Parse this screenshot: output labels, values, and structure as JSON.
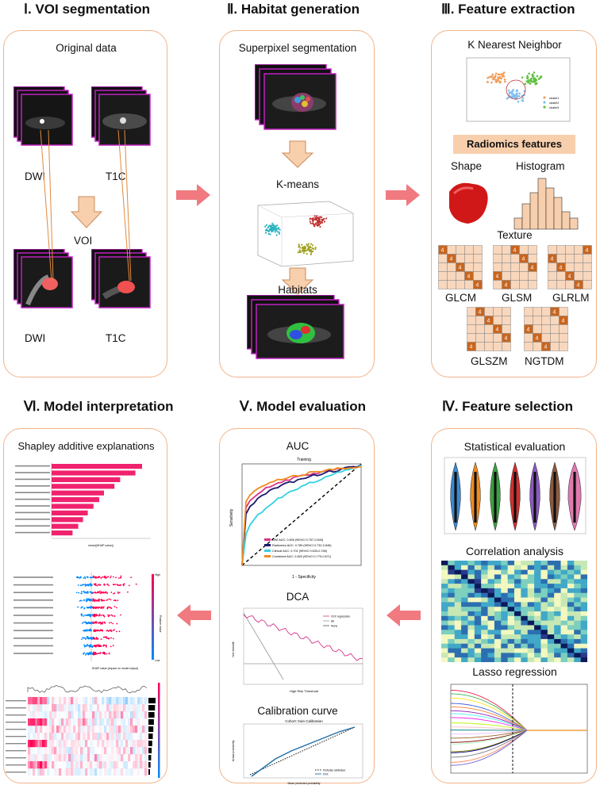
{
  "sections": {
    "s1": "Ⅰ. VOI segmentation",
    "s2": "Ⅱ. Habitat generation",
    "s3": "Ⅲ. Feature extraction",
    "s4": "Ⅳ. Feature selection",
    "s5": "Ⅴ. Model evaluation",
    "s6": "Ⅵ. Model interpretation"
  },
  "panel1": {
    "original": "Original data",
    "dwi": "DWI",
    "t1c": "T1C",
    "voi": "VOI",
    "dwi2": "DWI",
    "t1c2": "T1C"
  },
  "panel2": {
    "superpixel": "Superpixel segmentation",
    "kmeans": "K-means",
    "habitats": "Habitats"
  },
  "panel3": {
    "knn": "K Nearest Neighbor",
    "radiomics": "Radiomics features",
    "shape": "Shape",
    "histogram": "Histogram",
    "texture": "Texture",
    "glcm": "GLCM",
    "glsm": "GLSM",
    "glrlm": "GLRLM",
    "glszm": "GLSZM",
    "ngtdm": "NGTDM",
    "cluster_legend": [
      "cluster1",
      "cluster2",
      "cluster3"
    ],
    "cell_value": "4"
  },
  "panel4": {
    "statistical": "Statistical evaluation",
    "correlation": "Correlation analysis",
    "lasso": "Lasso regression"
  },
  "panel5": {
    "auc": "AUC",
    "dca": "DCA",
    "calibration": "Calibration curve",
    "roc_title": "Training",
    "roc_xlabel": "1 - Specificity",
    "roc_ylabel": "Sensitivity",
    "roc_legend": [
      "DWI AUC: 0.806 (95%CI 0.767-0.845)",
      "Radiomics AUC: 0.789 (95%CI 0.732-0.846)",
      "Clinical AUC: 0.701 (95%CI 0.633-0.768)",
      "Combined AUC: 0.825 (95%CI 0.779-0.871)"
    ],
    "roc_colors": [
      "#d6338a",
      "#1a1a6e",
      "#33d1e0",
      "#f08a1c"
    ],
    "cal_title": "Cohort: train Calibration",
    "cal_legend": [
      "Perfectly calibrated",
      "XXX"
    ],
    "cal_xlabel": "Mean predicted probability",
    "cal_ylabel": "Actual probability",
    "dca_xlabel": "High Risk Threshold",
    "dca_ylabel": "Net benefit",
    "dca_legend": [
      "XXX regression",
      "All",
      "None"
    ]
  },
  "panel6": {
    "shap": "Shapley additive explanations",
    "beeswarm_xlabel": "SHAP value (impact on model output)",
    "bar_xlabel": "mean(|SHAP value|)",
    "high": "High",
    "low": "Low",
    "feature_value": "Feature value"
  },
  "colors": {
    "accent": "#f0b48a",
    "arrow": "#f07a80",
    "radiomics_box": "#f8cfad"
  }
}
